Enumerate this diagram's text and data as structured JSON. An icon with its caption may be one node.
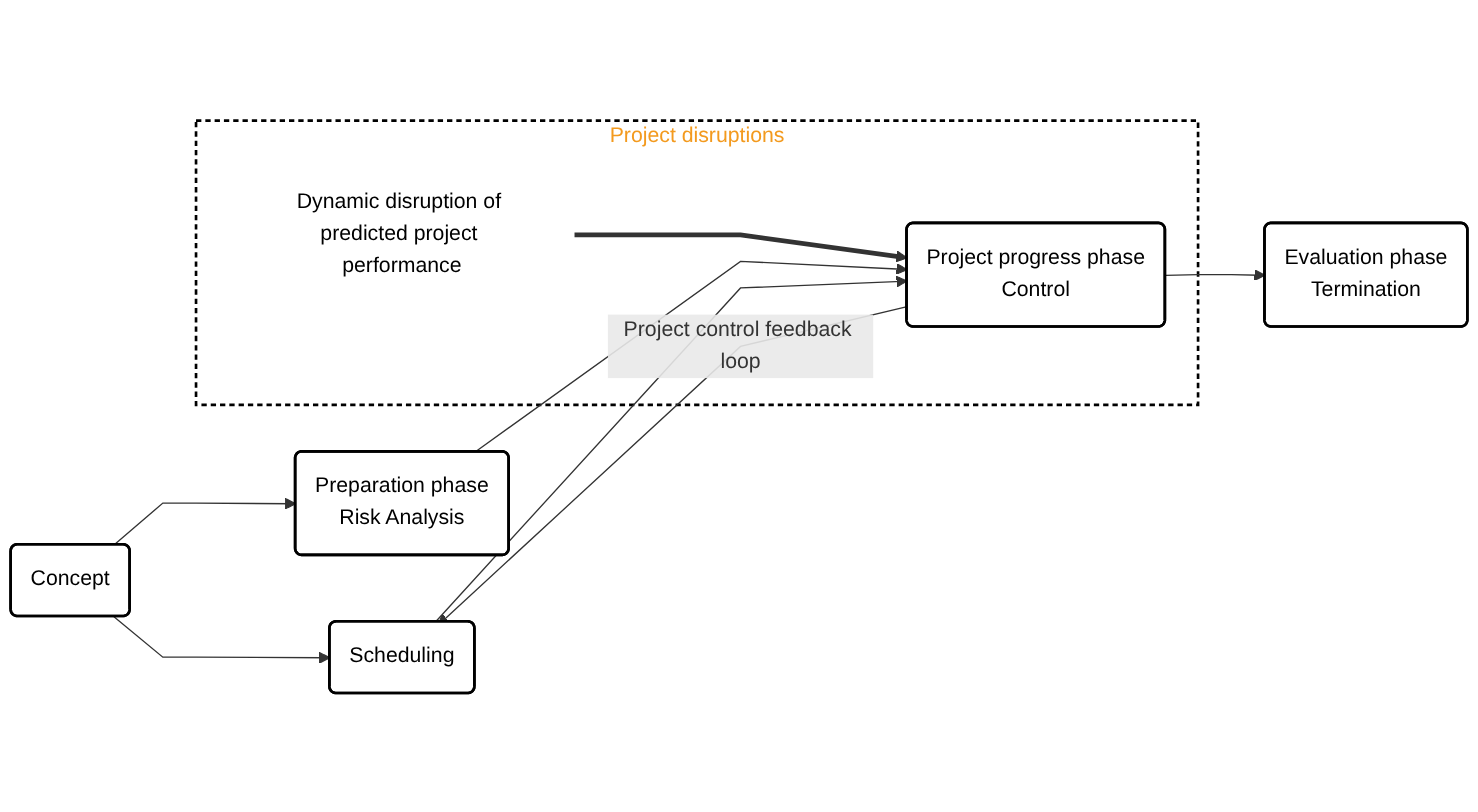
{
  "diagram": {
    "nodes": [
      {
        "text": [
          "Concept"
        ]
      },
      {
        "text": [
          "Preparation phase",
          "Risk Analysis"
        ]
      },
      {
        "text": [
          "Scheduling"
        ]
      },
      {
        "text": [
          "Project disruptions"
        ]
      },
      {
        "text": [
          "Dynamic disruption of predicted project performance"
        ],
        "in": 3
      },
      {
        "text": [
          "Project progress phase",
          "Control"
        ],
        "in": 3
      },
      {
        "text": [
          "Evaluation phase",
          "Termination"
        ]
      }
    ],
    "edges": [
      {
        "from": 0,
        "to": 1,
        "arrow": "to"
      },
      {
        "from": 0,
        "to": 2,
        "arrow": "to"
      },
      {
        "from": 1,
        "to": 5,
        "arrow": "to"
      },
      {
        "from": 2,
        "to": 5,
        "arrow": "to"
      },
      {
        "from": 4,
        "to": 5,
        "arrow": "to",
        "style": "thick"
      },
      {
        "from": 5,
        "to": 6,
        "arrow": "to"
      },
      {
        "from": 5,
        "to": 2,
        "arrow": "to",
        "label": "Project control feedback loop"
      }
    ]
  }
}
